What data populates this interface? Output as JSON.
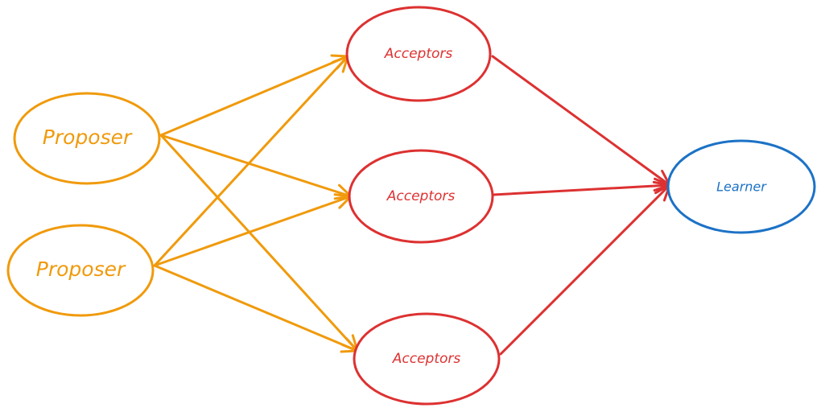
{
  "colors": {
    "proposer": "#f09a0c",
    "acceptor": "#dd3131",
    "learner": "#1c72c6",
    "background": "#ffffff"
  },
  "nodes": {
    "proposer_1": {
      "label": "Proposer",
      "role": "proposer"
    },
    "proposer_2": {
      "label": "Proposer",
      "role": "proposer"
    },
    "acceptor_1": {
      "label": "Acceptors",
      "role": "acceptor"
    },
    "acceptor_2": {
      "label": "Acceptors",
      "role": "acceptor"
    },
    "acceptor_3": {
      "label": "Acceptors",
      "role": "acceptor"
    },
    "learner": {
      "label": "Learner",
      "role": "learner"
    }
  },
  "edges": [
    {
      "from": "proposer_1",
      "to": "acceptor_1",
      "role": "proposer"
    },
    {
      "from": "proposer_1",
      "to": "acceptor_2",
      "role": "proposer"
    },
    {
      "from": "proposer_1",
      "to": "acceptor_3",
      "role": "proposer"
    },
    {
      "from": "proposer_2",
      "to": "acceptor_1",
      "role": "proposer"
    },
    {
      "from": "proposer_2",
      "to": "acceptor_2",
      "role": "proposer"
    },
    {
      "from": "proposer_2",
      "to": "acceptor_3",
      "role": "proposer"
    },
    {
      "from": "acceptor_1",
      "to": "learner",
      "role": "acceptor"
    },
    {
      "from": "acceptor_2",
      "to": "learner",
      "role": "acceptor"
    },
    {
      "from": "acceptor_3",
      "to": "learner",
      "role": "acceptor"
    }
  ]
}
